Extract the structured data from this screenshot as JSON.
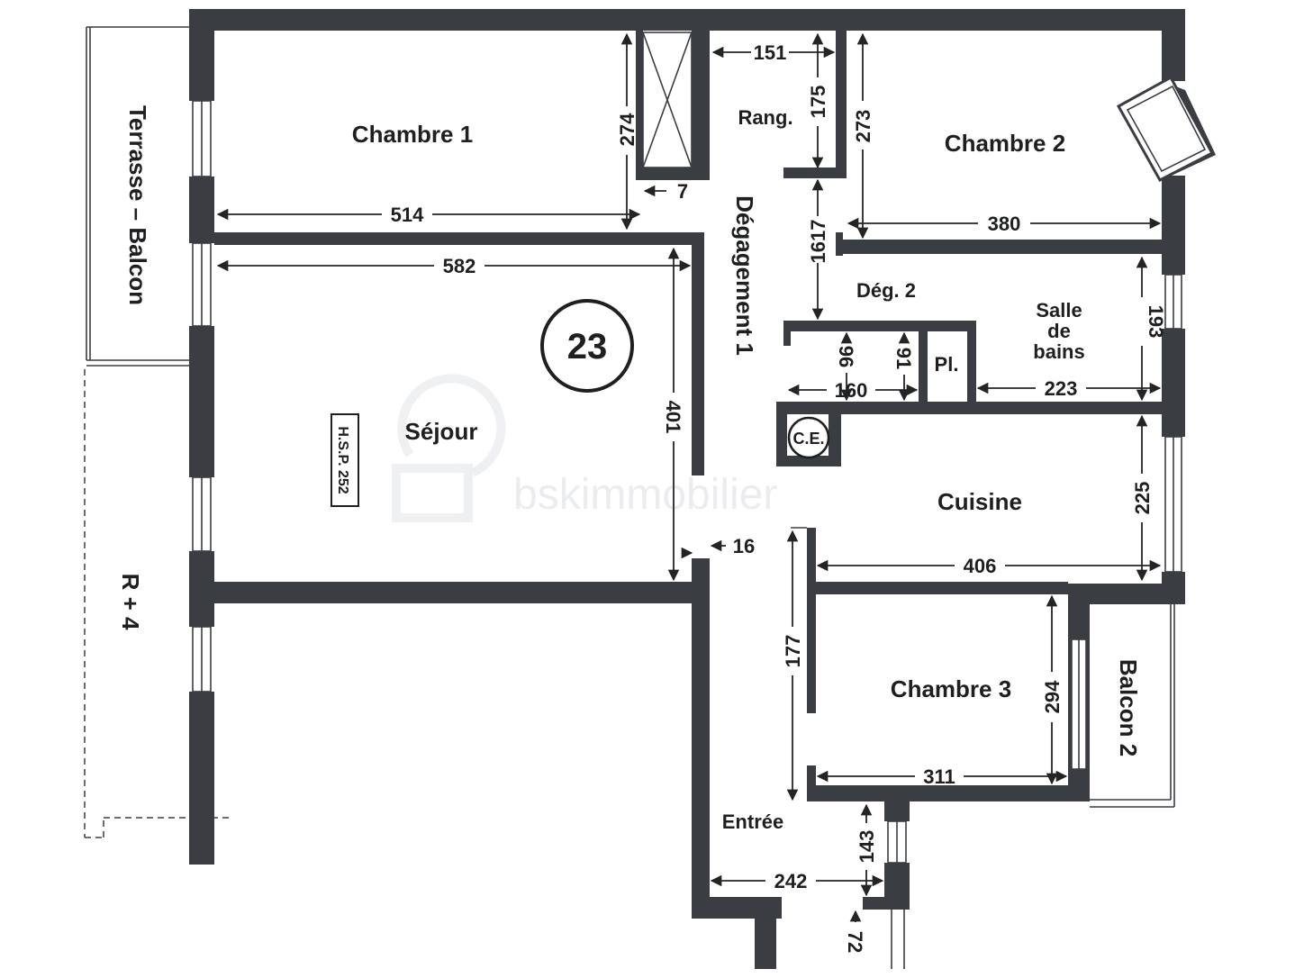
{
  "rooms": {
    "chambre1": "Chambre 1",
    "chambre2": "Chambre 2",
    "chambre3": "Chambre 3",
    "sejour": "Séjour",
    "cuisine": "Cuisine",
    "rang": "Rang.",
    "degagement1": "Dégagement 1",
    "deg2": "Dég. 2",
    "salle_de_bains": [
      "Salle",
      "de",
      "bains"
    ],
    "pl": "Pl.",
    "ce": "C.E.",
    "entree": "Entrée",
    "terrasse": "Terrasse – Balcon",
    "balcon2": "Balcon 2",
    "r4": "R + 4"
  },
  "lot_number": "23",
  "hsp": "H.S.P. 252",
  "watermark": "bskimmobilier",
  "dimensions": {
    "d151": "151",
    "d175": "175",
    "d273": "273",
    "d274": "274",
    "d7": "7",
    "d514": "514",
    "d380": "380",
    "d1617": "1617",
    "d582": "582",
    "d193": "193",
    "d96": "96",
    "d91": "91",
    "d160": "160",
    "d223": "223",
    "d401": "401",
    "d225": "225",
    "d16": "16",
    "d406": "406",
    "d177": "177",
    "d294": "294",
    "d311": "311",
    "d143": "143",
    "d242": "242",
    "d72": "72"
  },
  "colors": {
    "wall": "#3a3d42",
    "text": "#1d1f21"
  }
}
